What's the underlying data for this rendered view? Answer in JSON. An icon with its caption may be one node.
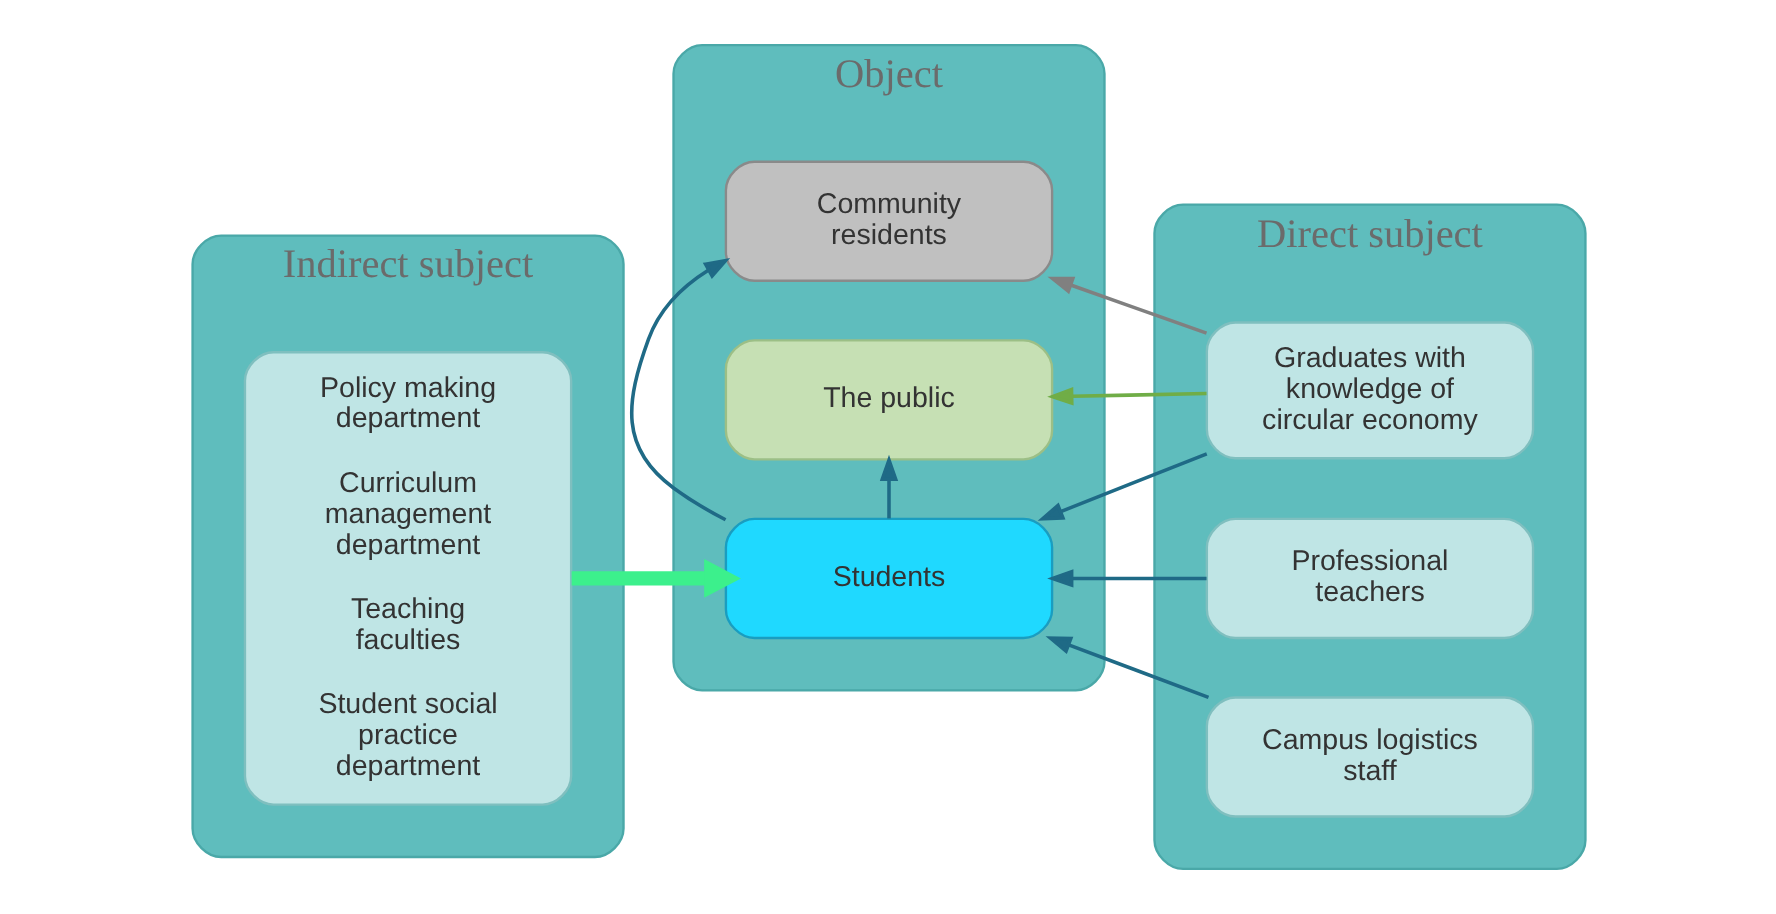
{
  "diagram": {
    "nodes": [
      {
        "text": [
          "Indirect subject"
        ]
      },
      {
        "text": [
          "Policy making department",
          "Curriculum management department",
          "Teaching faculties",
          "Student social practice department"
        ],
        "in": 0
      },
      {
        "text": [
          "Object"
        ]
      },
      {
        "text": [
          "Community residents"
        ],
        "in": 2
      },
      {
        "text": [
          "Students"
        ],
        "in": 2
      },
      {
        "text": [
          "The public"
        ],
        "in": 2
      },
      {
        "text": [
          "Direct subject"
        ]
      },
      {
        "text": [
          "Professional teachers"
        ],
        "in": 6
      },
      {
        "text": [
          "Campus logistics staff"
        ],
        "in": 6
      },
      {
        "text": [
          "Graduates with knowledge of circular economy"
        ],
        "in": 6
      }
    ],
    "edges": [
      {
        "from": 1,
        "to": 4,
        "arrow": "to",
        "style": "thick",
        "color": "#3cf08c"
      },
      {
        "from": 4,
        "to": 3,
        "arrow": "to"
      },
      {
        "from": 4,
        "to": 5,
        "arrow": "to"
      },
      {
        "from": 7,
        "to": 4,
        "arrow": "to"
      },
      {
        "from": 8,
        "to": 4,
        "arrow": "to"
      },
      {
        "from": 9,
        "to": 4,
        "arrow": "to"
      },
      {
        "from": 9,
        "to": 3,
        "arrow": "to",
        "color": "#808080"
      },
      {
        "from": 9,
        "to": 5,
        "arrow": "to",
        "color": "#70ad47"
      }
    ]
  }
}
